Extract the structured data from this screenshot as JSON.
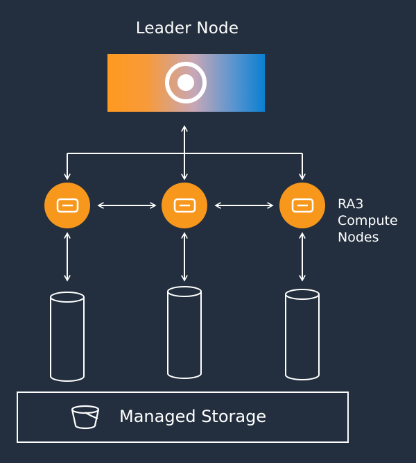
{
  "leader": {
    "title": "Leader Node",
    "gradient_start": "#ff9a1f",
    "gradient_end": "#0a7fd1",
    "icon": "target-icon"
  },
  "compute": {
    "label_lines": [
      "RA3",
      "Compute",
      "Nodes"
    ],
    "node_count": 3,
    "node_color": "#f7981d",
    "node_icon": "database-slot-icon"
  },
  "storage": {
    "label": "Managed Storage",
    "icon": "bucket-icon"
  },
  "colors": {
    "background": "#232f3e",
    "lines": "#ffffff"
  }
}
